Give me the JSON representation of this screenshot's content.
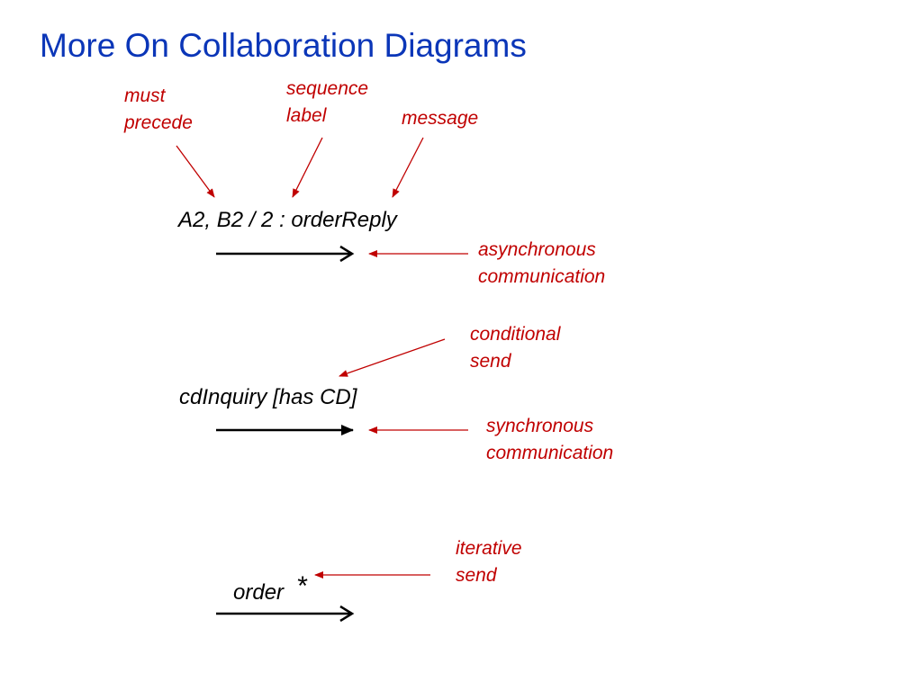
{
  "title": "More On Collaboration Diagrams",
  "messages": {
    "async_label": "A2, B2 / 2 : orderReply",
    "sync_label": "cdInquiry [has CD]",
    "iter_label": "order",
    "iter_star": "*"
  },
  "annotations": {
    "must_precede": [
      "must",
      "precede"
    ],
    "sequence_label": [
      "sequence",
      "label"
    ],
    "message": [
      "message"
    ],
    "asynchronous": [
      "asynchronous",
      "communication"
    ],
    "conditional": [
      "conditional",
      "send"
    ],
    "synchronous": [
      "synchronous",
      "communication"
    ],
    "iterative": [
      "iterative",
      "send"
    ]
  },
  "colors": {
    "title": "#0b36b8",
    "annotation": "#c00000",
    "message": "#000000"
  }
}
